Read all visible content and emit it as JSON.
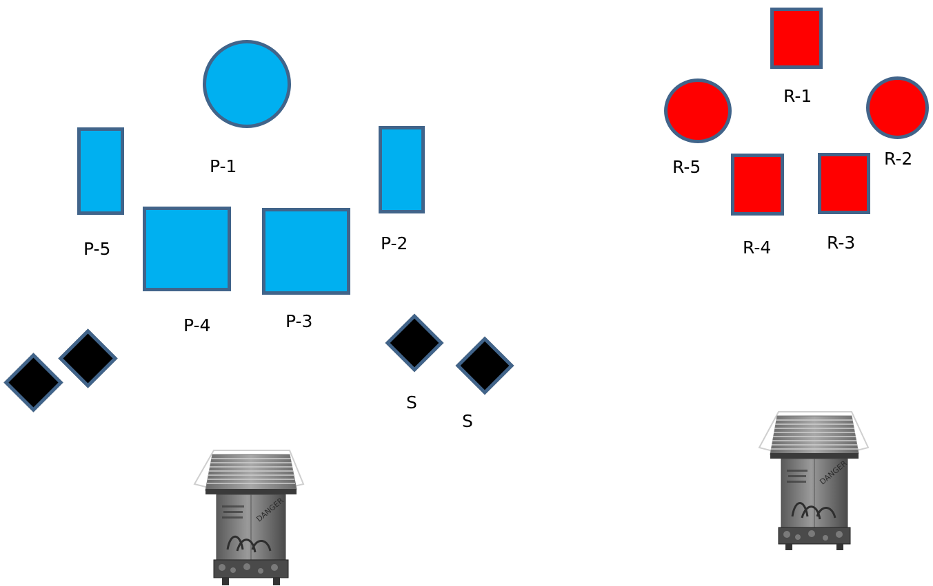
{
  "colors": {
    "blue_fill": "#00b0f0",
    "red_fill": "#ff0000",
    "outline": "#41648a",
    "diamond_fill": "#000000"
  },
  "blue_group": {
    "p1": "P-1",
    "p2": "P-2",
    "p3": "P-3",
    "p4": "P-4",
    "p5": "P-5",
    "s1": "S",
    "s2": "S"
  },
  "red_group": {
    "r1": "R-1",
    "r2": "R-2",
    "r3": "R-3",
    "r4": "R-4",
    "r5": "R-5"
  },
  "icons": {
    "device": "field-station-icon"
  }
}
